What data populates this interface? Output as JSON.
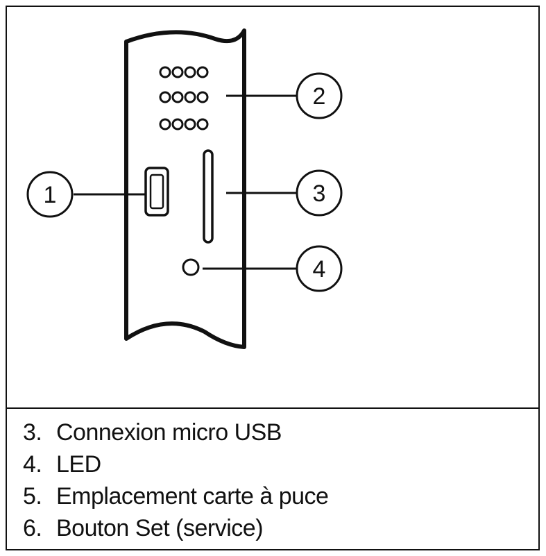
{
  "callouts": [
    {
      "number": "1"
    },
    {
      "number": "2"
    },
    {
      "number": "3"
    },
    {
      "number": "4"
    }
  ],
  "legend": [
    {
      "number": "3.",
      "label": "Connexion micro USB"
    },
    {
      "number": "4.",
      "label": "LED"
    },
    {
      "number": "5.",
      "label": "Emplacement carte à puce"
    },
    {
      "number": "6.",
      "label": "Bouton Set (service)"
    }
  ]
}
